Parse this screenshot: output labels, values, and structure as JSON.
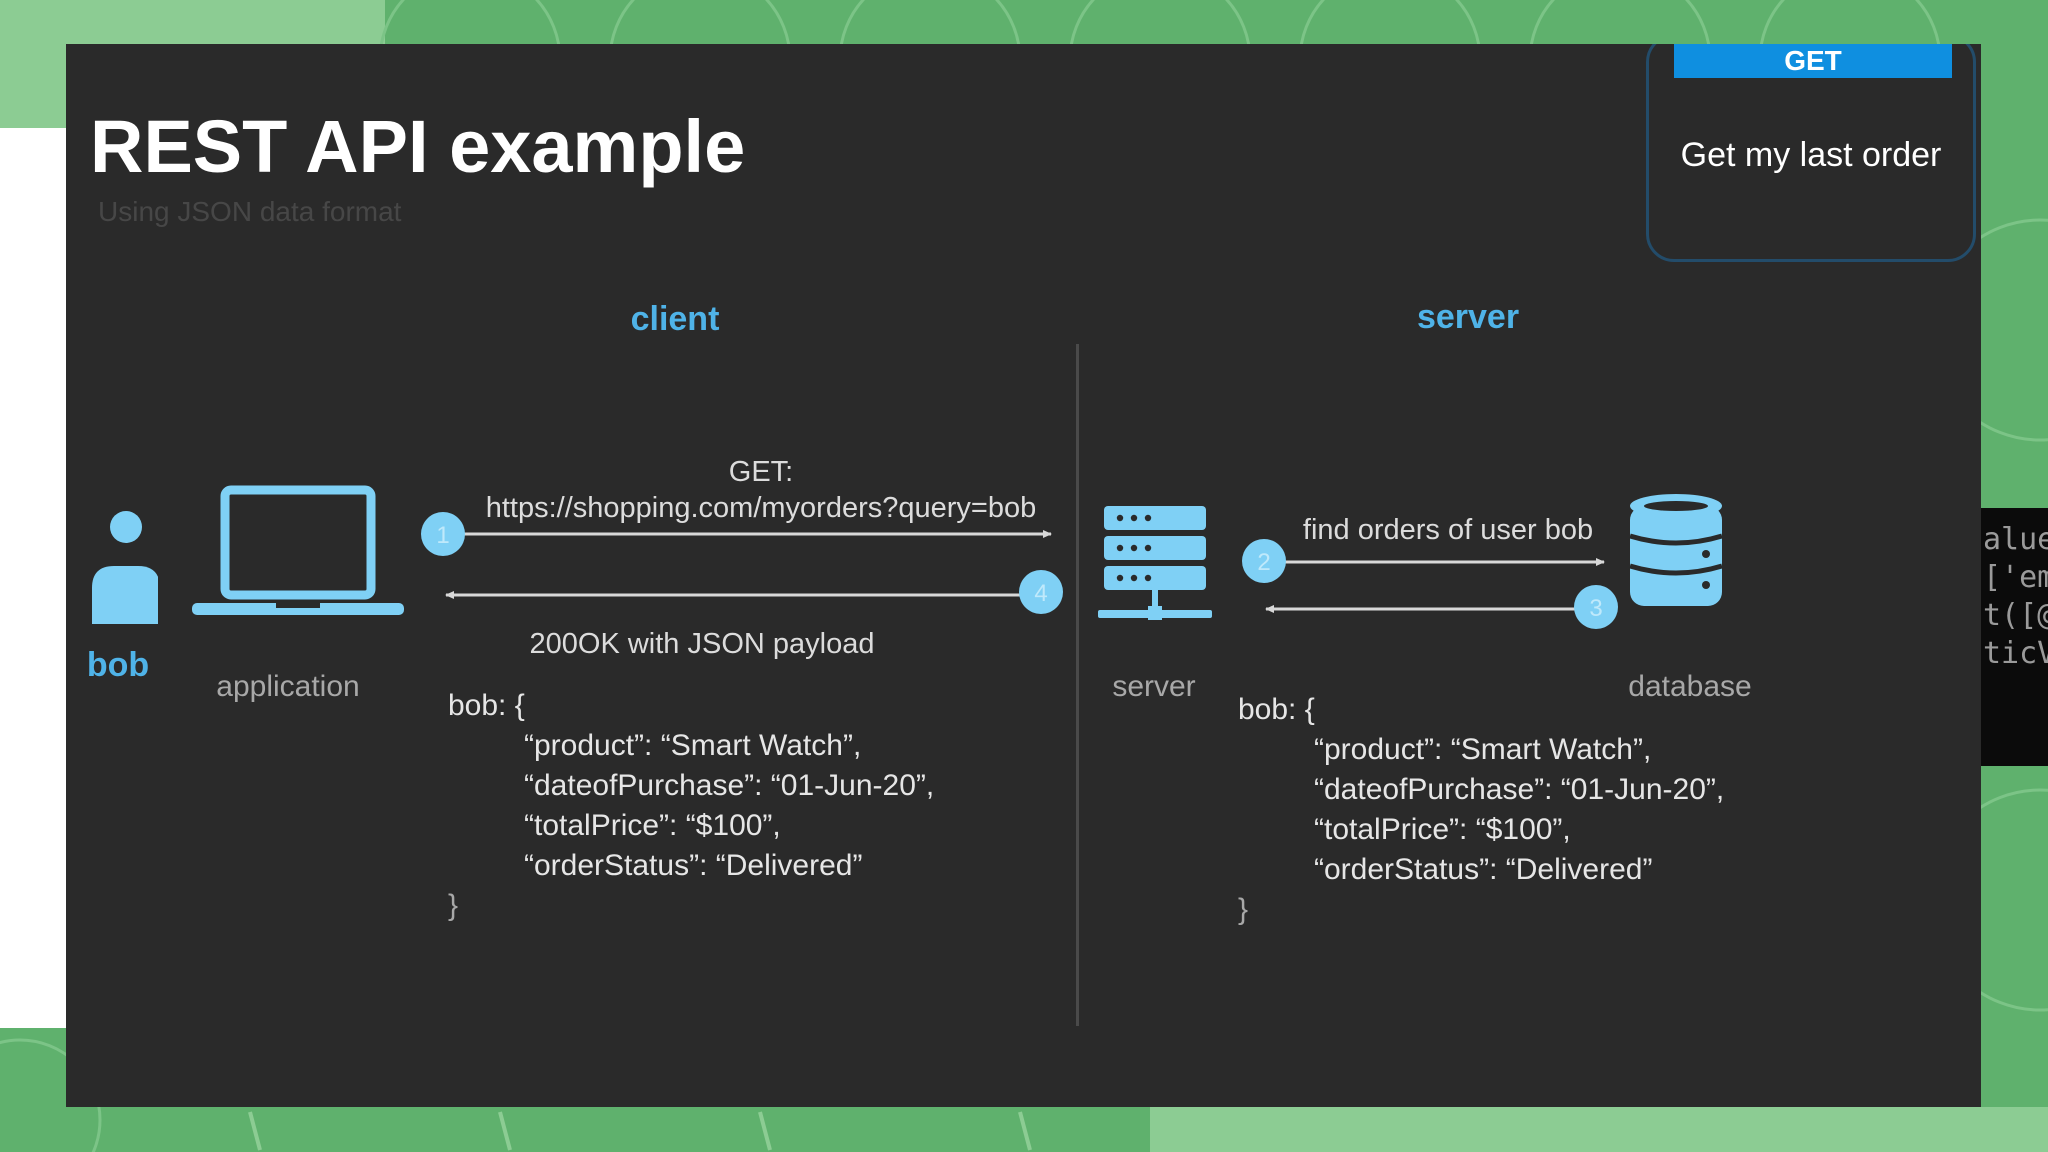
{
  "slide": {
    "title": "REST API example",
    "subtitle": "Using JSON data format"
  },
  "sections": {
    "client": "client",
    "server": "server"
  },
  "nodes": {
    "user": "bob",
    "application": "application",
    "server": "server",
    "database": "database"
  },
  "steps": [
    "1",
    "2",
    "3",
    "4"
  ],
  "messages": {
    "request_method": "GET:",
    "request_url": "https://shopping.com/myorders?query=bob",
    "response": "200OK with JSON payload",
    "db_query": "find orders of user bob"
  },
  "payload": {
    "open": "bob: {",
    "lines": [
      "“product”: “Smart Watch”,",
      "“dateofPurchase”: “01-Jun-20”,",
      "“totalPrice”: “$100”,",
      "“orderStatus”: “Delivered”"
    ],
    "close": "}"
  },
  "get_card": {
    "method": "GET",
    "description": "Get my last order"
  },
  "code_fragments": [
    "alue",
    "['em",
    "t([@",
    "ticV"
  ],
  "colors": {
    "background_green": "#5fb16d",
    "slide": "#2a2a2a",
    "accent_blue": "#4fb3e8",
    "icon_blue": "#7fd0f5",
    "method_bar": "#0f8fe0"
  }
}
